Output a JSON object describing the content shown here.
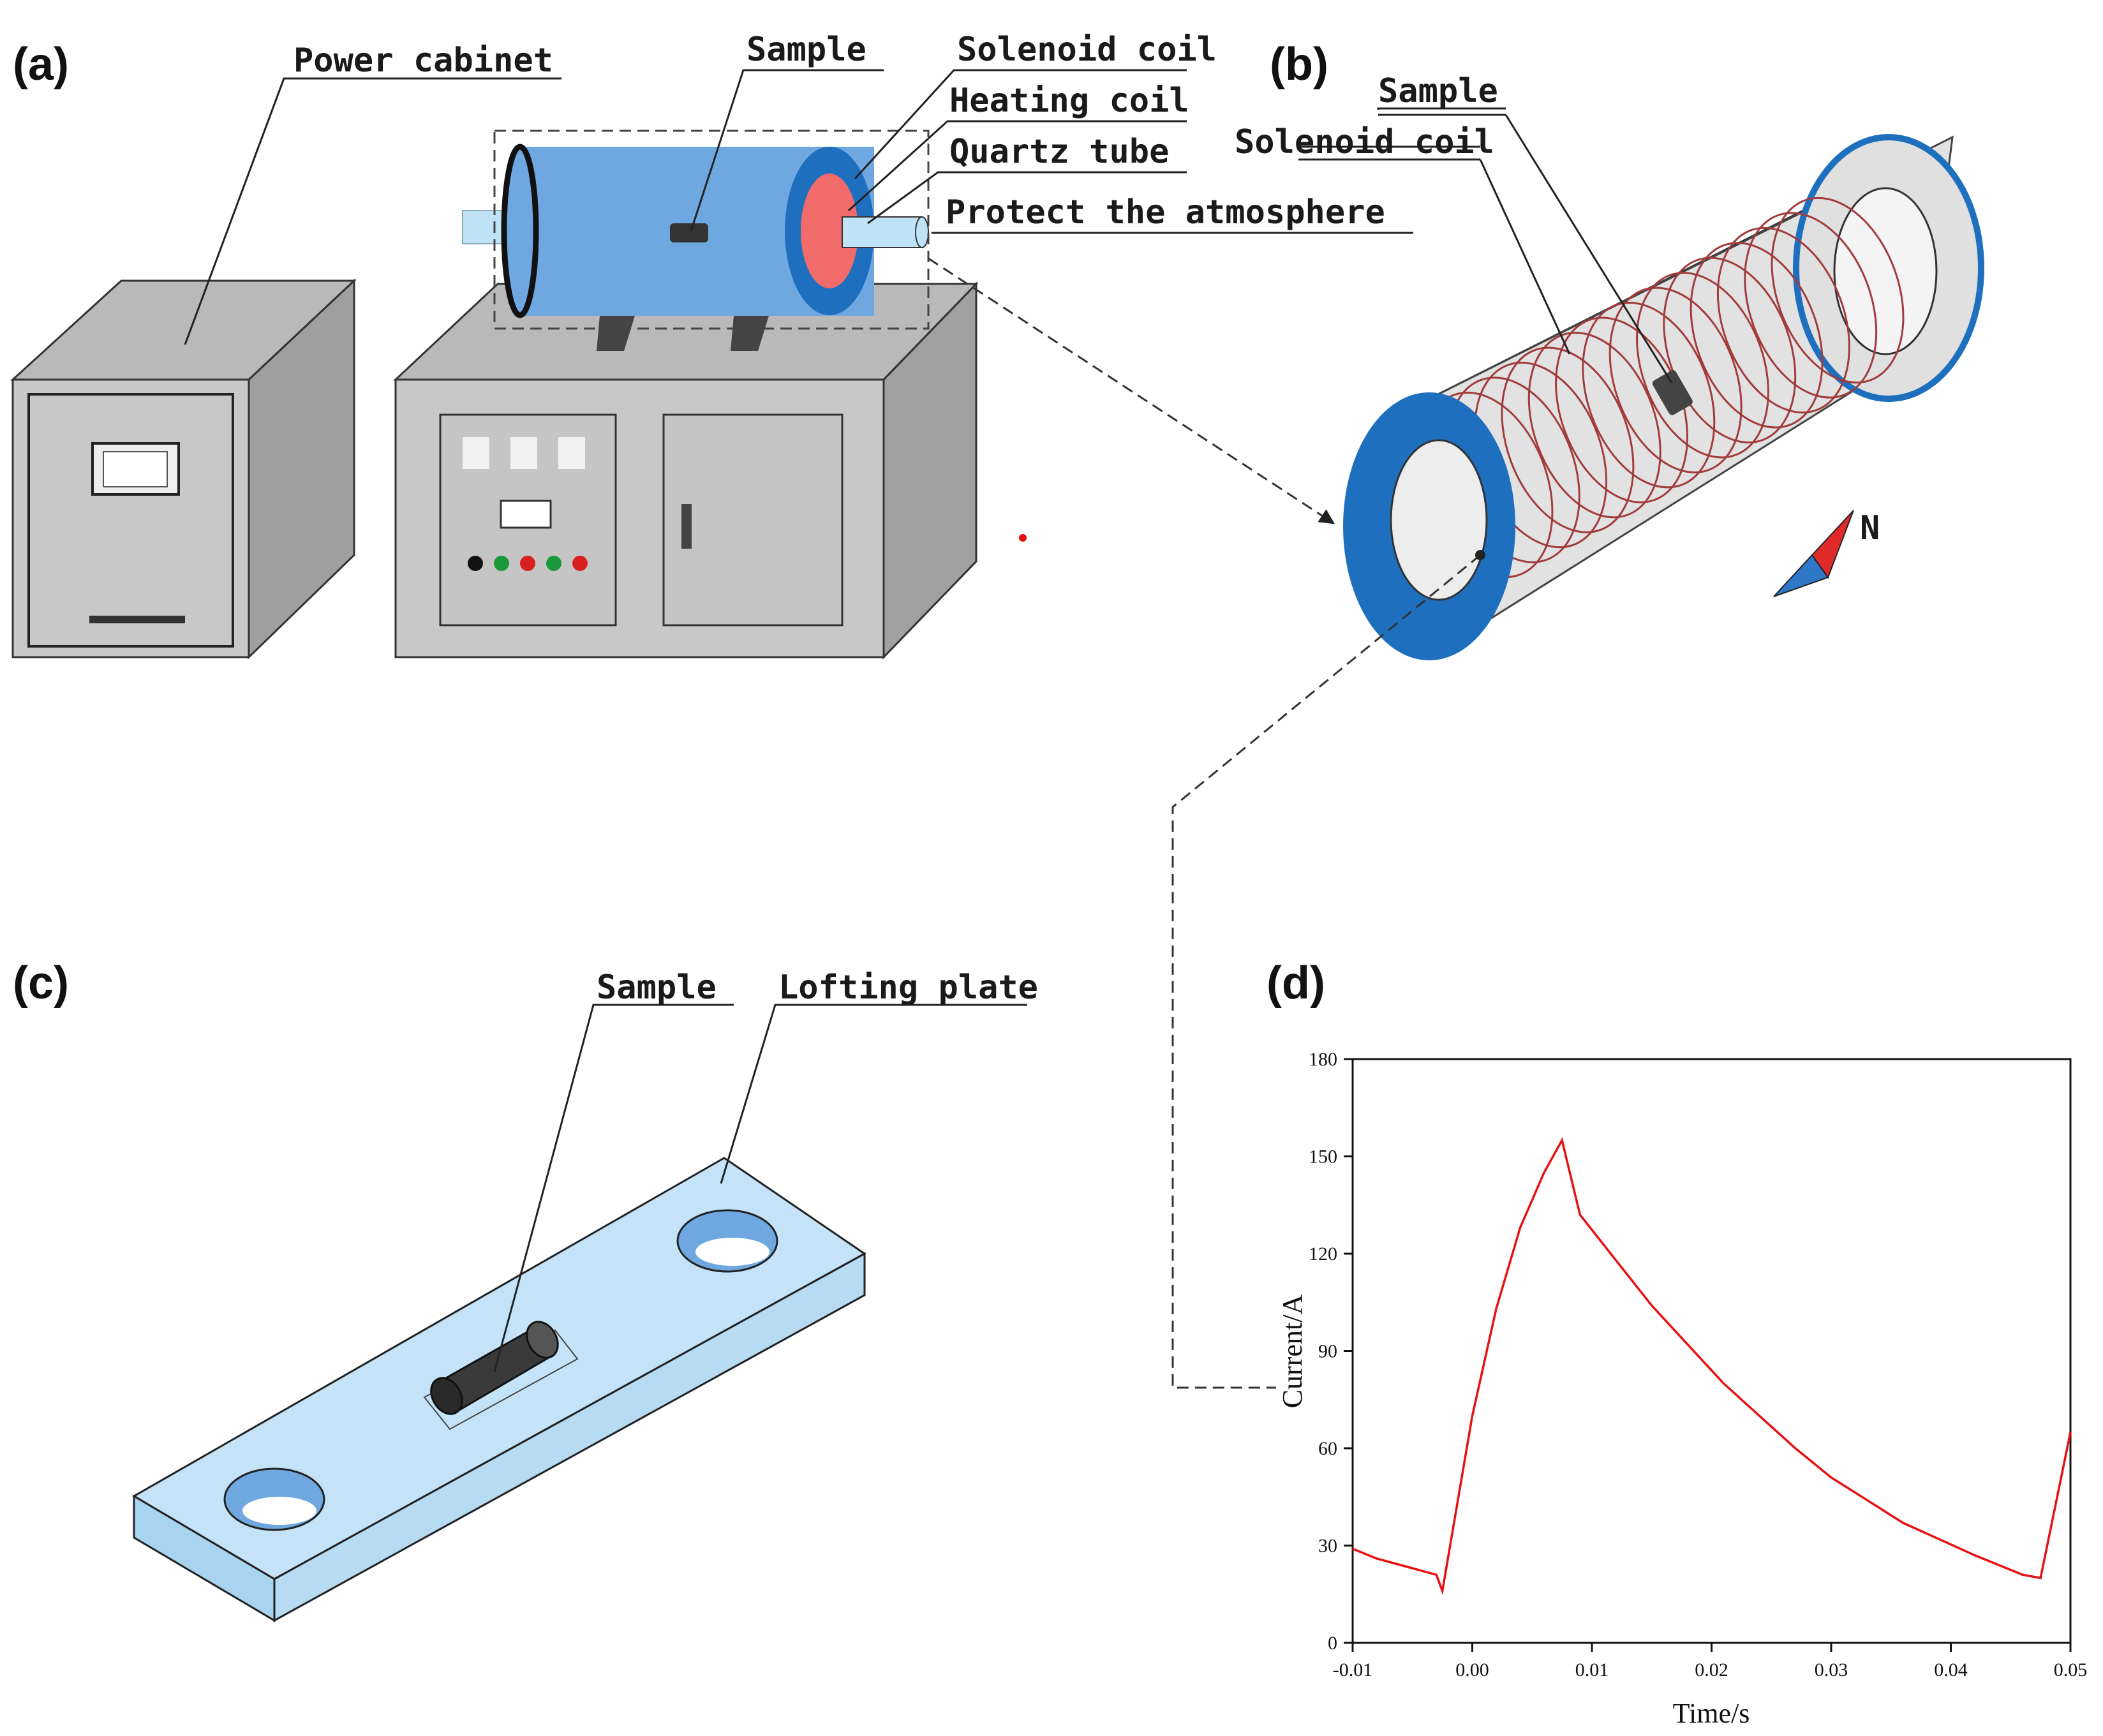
{
  "panels": {
    "a": "(a)",
    "b": "(b)",
    "c": "(c)",
    "d": "(d)"
  },
  "labels_a": {
    "power_cabinet": "Power cabinet",
    "sample": "Sample",
    "solenoid_coil": "Solenoid coil",
    "heating_coil": "Heating coil",
    "quartz_tube": "Quartz tube",
    "protect_atmosphere": "Protect the atmosphere"
  },
  "labels_b": {
    "sample": "Sample",
    "solenoid_coil": "Solenoid coil",
    "north": "N"
  },
  "labels_c": {
    "sample": "Sample",
    "lofting_plate": "Lofting plate"
  },
  "colors": {
    "tube_blue": "#6fa8e0",
    "ring_blue": "#1f6fbf",
    "heating_red": "#f26b6b",
    "quartz": "#bfe3f5",
    "cabinet_gray": "#c8c8c8",
    "plate_blue": "#bde0f7",
    "coil_red": "#a23b3b",
    "curve_red": "#e81010"
  },
  "chart_data": {
    "type": "line",
    "xlabel": "Time/s",
    "ylabel": "Current/A",
    "xlim": [
      -0.01,
      0.05
    ],
    "ylim": [
      0,
      180
    ],
    "x_ticks": [
      "-0.01",
      "0.00",
      "0.01",
      "0.02",
      "0.03",
      "0.04",
      "0.05"
    ],
    "y_ticks": [
      "0",
      "30",
      "60",
      "90",
      "120",
      "150",
      "180"
    ],
    "grid": false,
    "series": [
      {
        "color": "#e81010",
        "x": [
          -0.01,
          -0.008,
          -0.006,
          -0.004,
          -0.003,
          -0.0025,
          0.0,
          0.002,
          0.004,
          0.006,
          0.0075,
          0.009,
          0.012,
          0.015,
          0.018,
          0.021,
          0.024,
          0.027,
          0.03,
          0.033,
          0.036,
          0.039,
          0.042,
          0.044,
          0.046,
          0.0475,
          0.0485,
          0.05
        ],
        "y": [
          29,
          26,
          24,
          22,
          21,
          16,
          70,
          103,
          128,
          145,
          155,
          132,
          118,
          104,
          92,
          80,
          70,
          60,
          51,
          44,
          37,
          32,
          27,
          24,
          21,
          20,
          38,
          65
        ]
      }
    ]
  }
}
